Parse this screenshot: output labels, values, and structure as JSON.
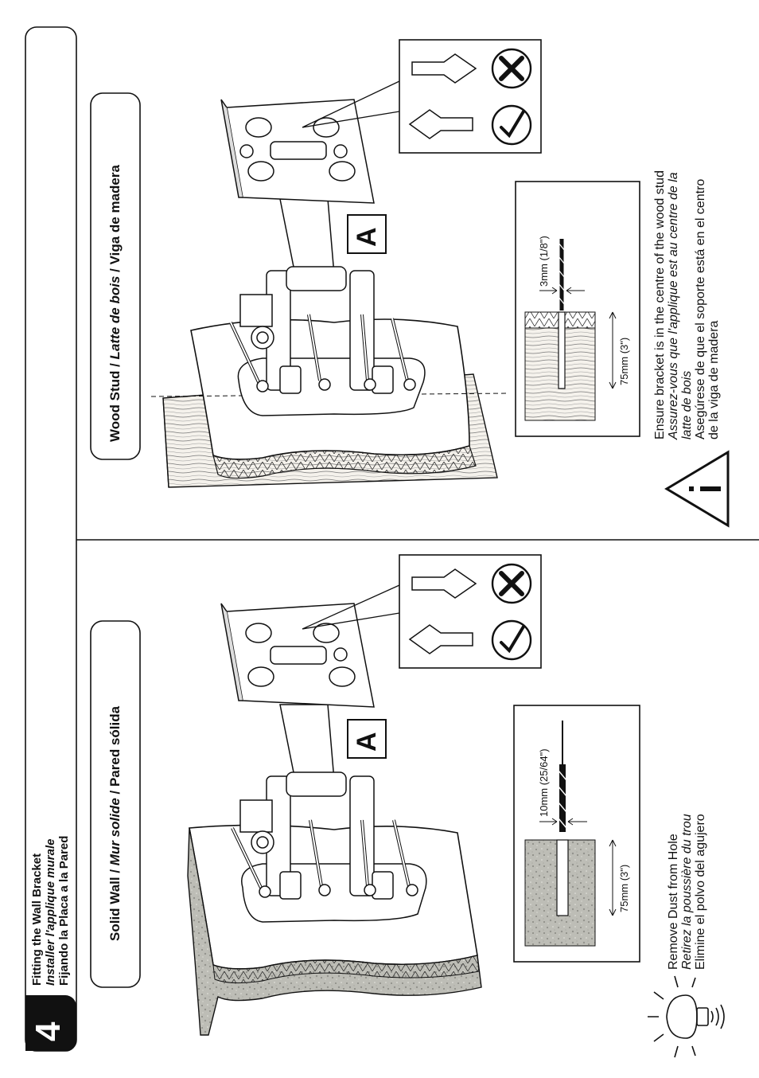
{
  "step": {
    "number": "4",
    "title_en": "Fitting the Wall Bracket",
    "title_fr": "Installer l'applique murale",
    "title_es": "Fijando la Placa a la Pared"
  },
  "solid_wall": {
    "heading_en": "Solid Wall",
    "heading_sep1": " / ",
    "heading_fr": "Mur solide",
    "heading_sep2": " / ",
    "heading_es": "Pared sólida",
    "part_label": "A",
    "drill_size": "10mm (25/64\")",
    "depth": "75mm (3\")",
    "tip_en": "Remove Dust from Hole",
    "tip_fr": "Retirez la poussière du trou",
    "tip_es": "Elimine el polvo del agujero"
  },
  "wood_stud": {
    "heading_en": "Wood Stud",
    "heading_sep1": " / ",
    "heading_fr": "Latte de bois",
    "heading_sep2": " / ",
    "heading_es": "Viga de madera",
    "part_label": "A",
    "drill_size": "3mm (1/8\")",
    "depth": "75mm (3\")",
    "warning_en": "Ensure bracket is in the centre of the wood stud",
    "warning_fr_1": "Assurez-vous que l'applique est au centre de la",
    "warning_fr_2": "latte de bois",
    "warning_es_1": "Asegúrese de que el soporte está en el centro",
    "warning_es_2": "de la viga de madera"
  },
  "icons": {
    "step_badge": "step-number-badge",
    "lightbulb": "lightbulb-icon",
    "warning": "warning-triangle-icon",
    "correct": "check-circle-icon",
    "incorrect": "cross-circle-icon"
  },
  "colors": {
    "ink": "#111111",
    "concrete": "#b9b9b2",
    "wood": "#f4f1ea"
  }
}
